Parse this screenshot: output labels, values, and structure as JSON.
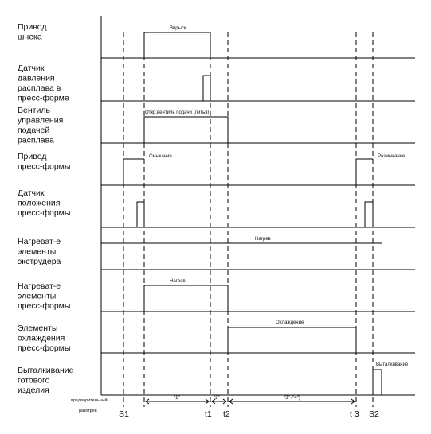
{
  "rows": [
    {
      "label": [
        "Привод",
        "шнека"
      ],
      "signal_label": "Впрыск"
    },
    {
      "label": [
        "Датчик",
        "давления",
        "расплава в",
        "пресс-форме"
      ],
      "signal_label": ""
    },
    {
      "label": [
        "Вентиль",
        "управления",
        "подачей",
        "расплава"
      ],
      "signal_label": "Откр.вентиль подачи (литья)"
    },
    {
      "label": [
        "Привод",
        "пресс-формы"
      ],
      "signal_label": "Смыкание",
      "signal_label_2": "Размыкание"
    },
    {
      "label": [
        "Датчик",
        "положения",
        "пресс-формы"
      ],
      "signal_label": ""
    },
    {
      "label": [
        "Нагреват-е",
        "элементы",
        "экструдера"
      ],
      "signal_label": "Нагрев"
    },
    {
      "label": [
        "Нагреват-е",
        "элементы",
        "пресс-формы"
      ],
      "signal_label": "Нагрев"
    },
    {
      "label": [
        "Элементы",
        "охлаждения",
        "пресс-формы"
      ],
      "signal_label": "Охлаждение"
    },
    {
      "label": [
        "Выталкивание",
        "готового",
        "изделия"
      ],
      "signal_label": "Выталкивание"
    }
  ],
  "time_marks": {
    "pre": [
      "предварительный",
      "разогрев"
    ],
    "S1": "S1",
    "t1": "t1",
    "t2": "t2",
    "t3": "t 3",
    "S2": "S2"
  },
  "intervals": {
    "i1": "\"1\"",
    "i2": "\"2\"",
    "i3": "\"3\" (\"4\")"
  }
}
